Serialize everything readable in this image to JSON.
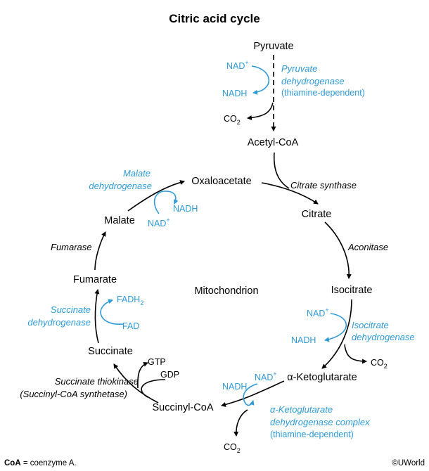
{
  "title": "Citric acid cycle",
  "metabolites": {
    "pyruvate": "Pyruvate",
    "acetyl_coa": "Acetyl-CoA",
    "oxaloacetate": "Oxaloacetate",
    "citrate": "Citrate",
    "isocitrate": "Isocitrate",
    "a_ketoglutarate": "α-Ketoglutarate",
    "succinyl_coa": "Succinyl-CoA",
    "succinate": "Succinate",
    "fumarate": "Fumarate",
    "malate": "Malate"
  },
  "compartment": "Mitochondrion",
  "enzymes": {
    "pdh": [
      "Pyruvate",
      "dehydrogenase",
      "(thiamine-dependent)"
    ],
    "citrate_synthase": "Citrate synthase",
    "aconitase": "Aconitase",
    "idh": [
      "Isocitrate",
      "dehydrogenase"
    ],
    "akgdh": [
      "α-Ketoglutarate",
      "dehydrogenase complex",
      "(thiamine-dependent)"
    ],
    "thiokinase": [
      "Succinate thiokinase",
      "(Succinyl-CoA synthetase)"
    ],
    "sdh": [
      "Succinate",
      "dehydrogenase"
    ],
    "fumarase": "Fumarase",
    "mdh": [
      "Malate",
      "dehydrogenase"
    ]
  },
  "cofactors": {
    "nad_base": "NAD",
    "nad_sup": "+",
    "nadh": "NADH",
    "co2_base": "CO",
    "co2_sub": "2",
    "fadh2_base": "FADH",
    "fadh2_sub": "2",
    "fad": "FAD",
    "gtp": "GTP",
    "gdp": "GDP"
  },
  "footnote": {
    "term": "CoA",
    "definition": " = coenzyme A."
  },
  "copyright": "©UWorld",
  "colors": {
    "black": "#000000",
    "cofactor_blue": "#2e9bd6"
  }
}
